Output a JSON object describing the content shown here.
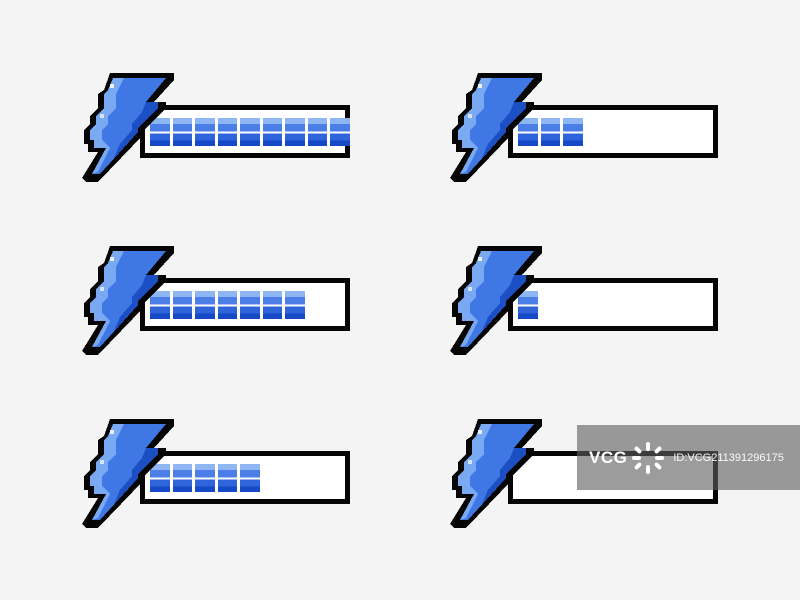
{
  "meters": [
    {
      "name": "energy-meter-1",
      "filled_cells": 9,
      "total_cells": 9
    },
    {
      "name": "energy-meter-2",
      "filled_cells": 3,
      "total_cells": 9
    },
    {
      "name": "energy-meter-3",
      "filled_cells": 7,
      "total_cells": 9
    },
    {
      "name": "energy-meter-4",
      "filled_cells": 1,
      "total_cells": 9
    },
    {
      "name": "energy-meter-5",
      "filled_cells": 5,
      "total_cells": 9
    },
    {
      "name": "energy-meter-6",
      "filled_cells": 0,
      "total_cells": 9
    }
  ],
  "icons": {
    "bolt": "lightning-bolt-icon"
  },
  "colors": {
    "bolt_light": "#7aa9f4",
    "bolt_mid": "#3f78e4",
    "bolt_dark": "#1c4fc4",
    "outline": "#050505",
    "cell_light": "#8fb6f3",
    "cell_dark": "#1649c6",
    "background": "#f4f4f4"
  },
  "watermark": {
    "logo": "VCG",
    "id_text": "ID:VCG211391296175"
  }
}
